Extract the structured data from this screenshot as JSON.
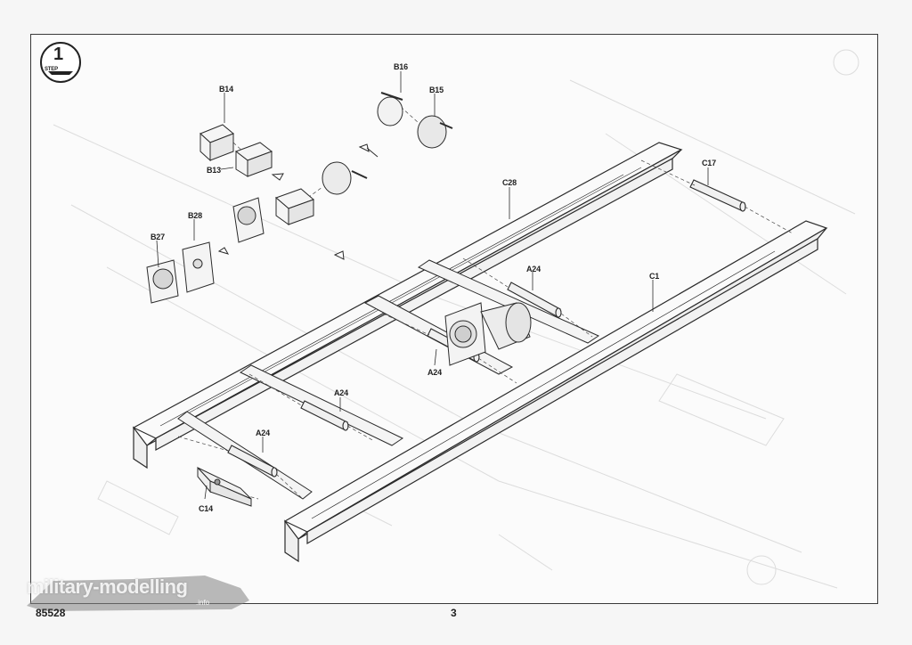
{
  "step": {
    "number": "1",
    "label": "STEP"
  },
  "parts": {
    "b16": "B16",
    "b15": "B15",
    "b14": "B14",
    "b13": "B13",
    "b28": "B28",
    "b27": "B27",
    "c28": "C28",
    "c17": "C17",
    "a24_1": "A24",
    "a24_2": "A24",
    "a24_3": "A24",
    "a24_4": "A24",
    "c1": "C1",
    "c14": "C14"
  },
  "footer": {
    "code": "85528",
    "page_number": "3"
  },
  "watermark": {
    "text": "military-modelling",
    "sub": ".info"
  },
  "colors": {
    "line": "#2b2b2b",
    "faint": "#d9d9d9",
    "frame": "#3a3a3a"
  }
}
